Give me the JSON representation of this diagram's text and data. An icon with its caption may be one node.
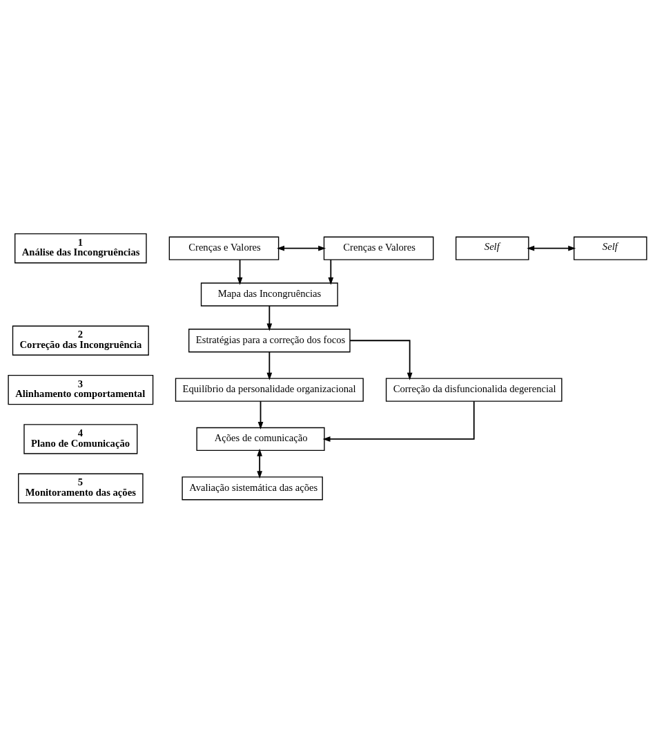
{
  "diagram": {
    "nodes": [
      {
        "text": [
          "1",
          "Análise das Incongruências"
        ]
      },
      {
        "text": [
          "Self"
        ]
      },
      {
        "text": [
          "Self"
        ]
      },
      {
        "text": [
          "Crenças e Valores"
        ]
      },
      {
        "text": [
          "Crenças e Valores"
        ]
      },
      {
        "text": [
          "Mapa das Incongruências"
        ]
      },
      {
        "text": [
          "2",
          "Correção das Incongruência"
        ]
      },
      {
        "text": [
          "Estratégias para a correção dos focos"
        ]
      },
      {
        "text": [
          "3",
          "Alinhamento comportamental"
        ]
      },
      {
        "text": [
          "Equilíbrio da personalidade organizacional"
        ]
      },
      {
        "text": [
          "Correção da disfuncionalida degerencial"
        ]
      },
      {
        "text": [
          "4",
          "Plano de Comunicação"
        ]
      },
      {
        "text": [
          "Ações de comunicação"
        ]
      },
      {
        "text": [
          "5",
          "Monitoramento das ações"
        ]
      },
      {
        "text": [
          "Avaliação sistemática das ações"
        ]
      }
    ],
    "edges": [
      {
        "from": 1,
        "to": 2,
        "arrow": "both"
      },
      {
        "from": 3,
        "to": 4,
        "arrow": "both"
      },
      {
        "from": 3,
        "to": 5,
        "arrow": "to"
      },
      {
        "from": 4,
        "to": 5,
        "arrow": "to"
      },
      {
        "from": 5,
        "to": 7,
        "arrow": "to"
      },
      {
        "from": 7,
        "to": 9,
        "arrow": "to"
      },
      {
        "from": 7,
        "to": 10,
        "arrow": "to"
      },
      {
        "from": 9,
        "to": 12,
        "arrow": "to"
      },
      {
        "from": 10,
        "to": 12,
        "arrow": "to"
      },
      {
        "from": 12,
        "to": 14,
        "arrow": "both"
      }
    ]
  }
}
